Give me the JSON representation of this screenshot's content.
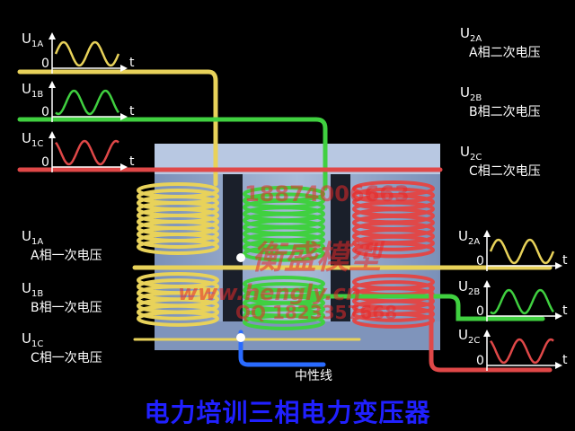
{
  "primary": {
    "phases": [
      {
        "symbol": "U",
        "sub": "1A",
        "name": "A相一次电压",
        "color": "#e8d25a"
      },
      {
        "symbol": "U",
        "sub": "1B",
        "name": "B相一次电压",
        "color": "#40d040"
      },
      {
        "symbol": "U",
        "sub": "1C",
        "name": "C相一次电压",
        "color": "#e04848"
      }
    ]
  },
  "secondary": {
    "phases": [
      {
        "symbol": "U",
        "sub": "2A",
        "name": "A相二次电压",
        "color": "#e8d25a"
      },
      {
        "symbol": "U",
        "sub": "2B",
        "name": "B相二次电压",
        "color": "#40d040"
      },
      {
        "symbol": "U",
        "sub": "2C",
        "name": "C相二次电压",
        "color": "#e04848"
      }
    ]
  },
  "axis": {
    "origin": "0",
    "time": "t"
  },
  "neutral_label": "中性线",
  "caption": "电力培训三相电力变压器",
  "watermark": {
    "phone": "18874006663",
    "site": "www.hengly.cn",
    "qq": "QQ 1823357668",
    "brand": "衡盛模型"
  },
  "core_color": "#8fa4c8"
}
